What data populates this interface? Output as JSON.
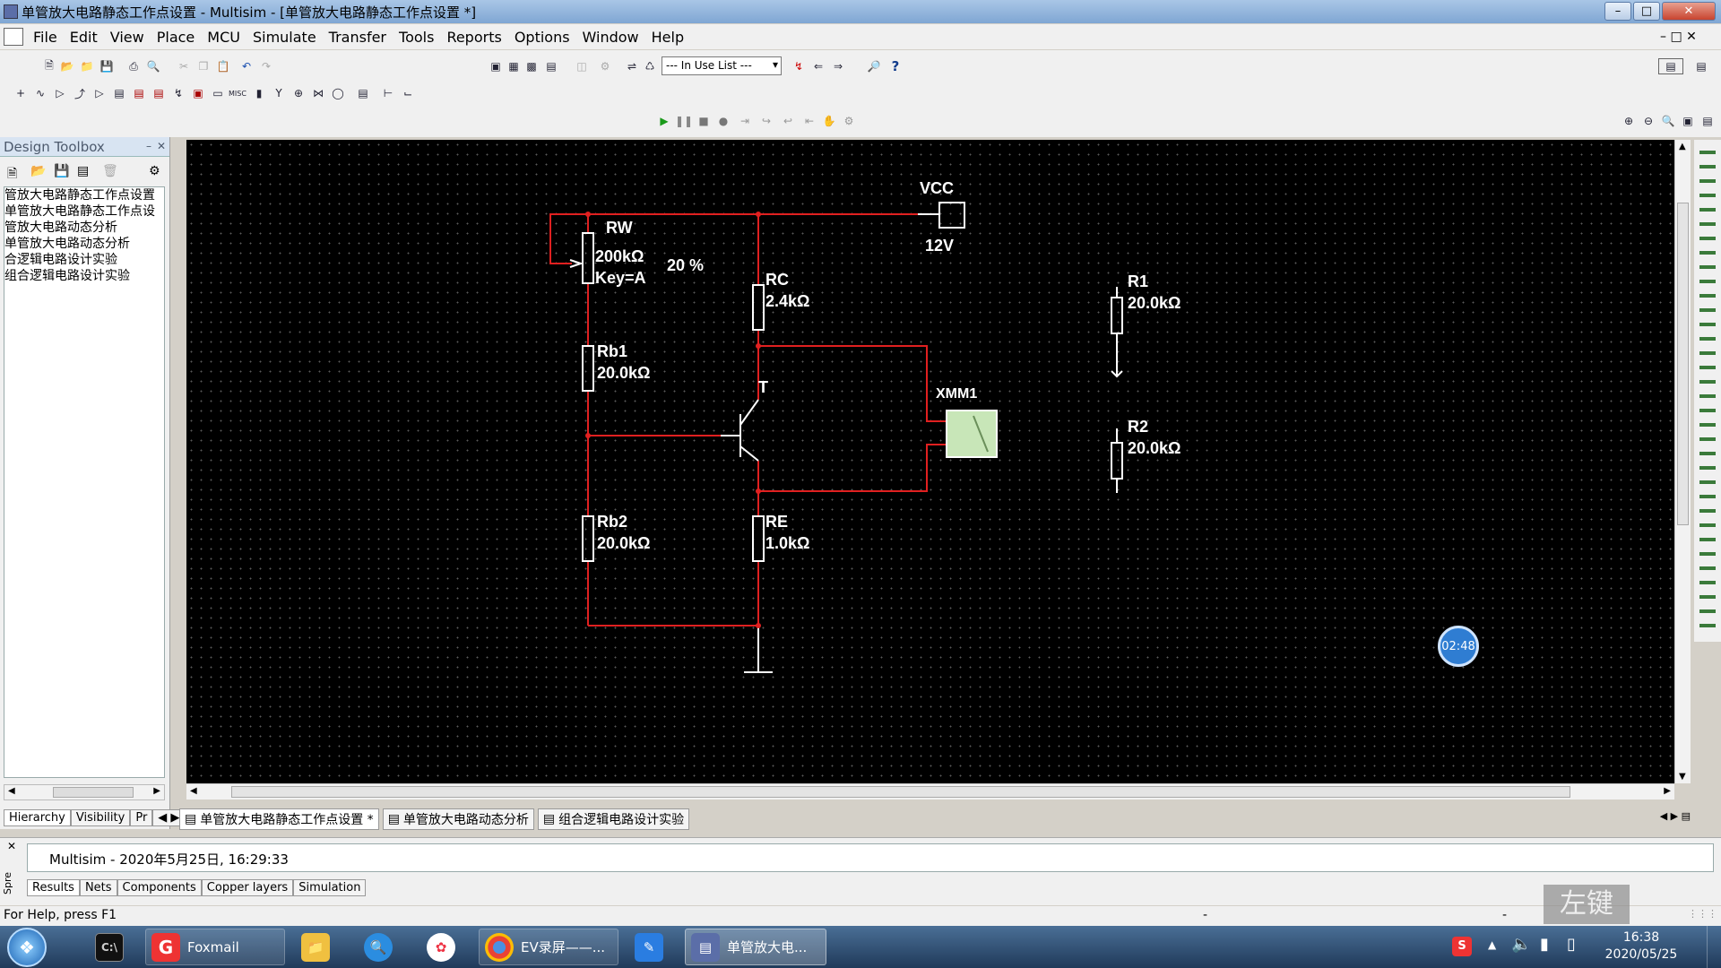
{
  "window": {
    "title": "单管放大电路静态工作点设置 - Multisim - [单管放大电路静态工作点设置 *]"
  },
  "menu": [
    "File",
    "Edit",
    "View",
    "Place",
    "MCU",
    "Simulate",
    "Transfer",
    "Tools",
    "Reports",
    "Options",
    "Window",
    "Help"
  ],
  "toolbar": {
    "in_use_list": "--- In Use List ---"
  },
  "toolbox": {
    "title": "Design Toolbox",
    "items": [
      "管放大电路静态工作点设置",
      " 单管放大电路静态工作点设",
      "管放大电路动态分析",
      " 单管放大电路动态分析",
      "合逻辑电路设计实验",
      " 组合逻辑电路设计实验"
    ],
    "tabs": [
      "Hierarchy",
      "Visibility",
      "Pr"
    ]
  },
  "schematic": {
    "vcc_label": "VCC",
    "vcc_value": "12V",
    "rw_label": "RW",
    "rw_value": "200kΩ",
    "rw_key": "Key=A",
    "rw_percent": "20 %",
    "rc_label": "RC",
    "rc_value": "2.4kΩ",
    "rb1_label": "Rb1",
    "rb1_value": "20.0kΩ",
    "t_label": "T",
    "xmm_label": "XMM1",
    "rb2_label": "Rb2",
    "rb2_value": "20.0kΩ",
    "re_label": "RE",
    "re_value": "1.0kΩ",
    "r1_label": "R1",
    "r1_value": "20.0kΩ",
    "r2_label": "R2",
    "r2_value": "20.0kΩ"
  },
  "timer": "02:48",
  "doc_tabs": [
    "单管放大电路静态工作点设置 *",
    "单管放大电路动态分析",
    "组合逻辑电路设计实验"
  ],
  "spreadsheet": {
    "side_label": "Spre",
    "log": "Multisim  -  2020年5月25日, 16:29:33",
    "tabs": [
      "Results",
      "Nets",
      "Components",
      "Copper layers",
      "Simulation"
    ]
  },
  "status": {
    "help": "For Help, press F1",
    "dash1": "-",
    "dash2": "-"
  },
  "watermark": "左键",
  "taskbar": {
    "apps": [
      "Foxmail",
      "EV录屏——...",
      "单管放大电..."
    ],
    "time": "16:38",
    "date": "2020/05/25"
  }
}
